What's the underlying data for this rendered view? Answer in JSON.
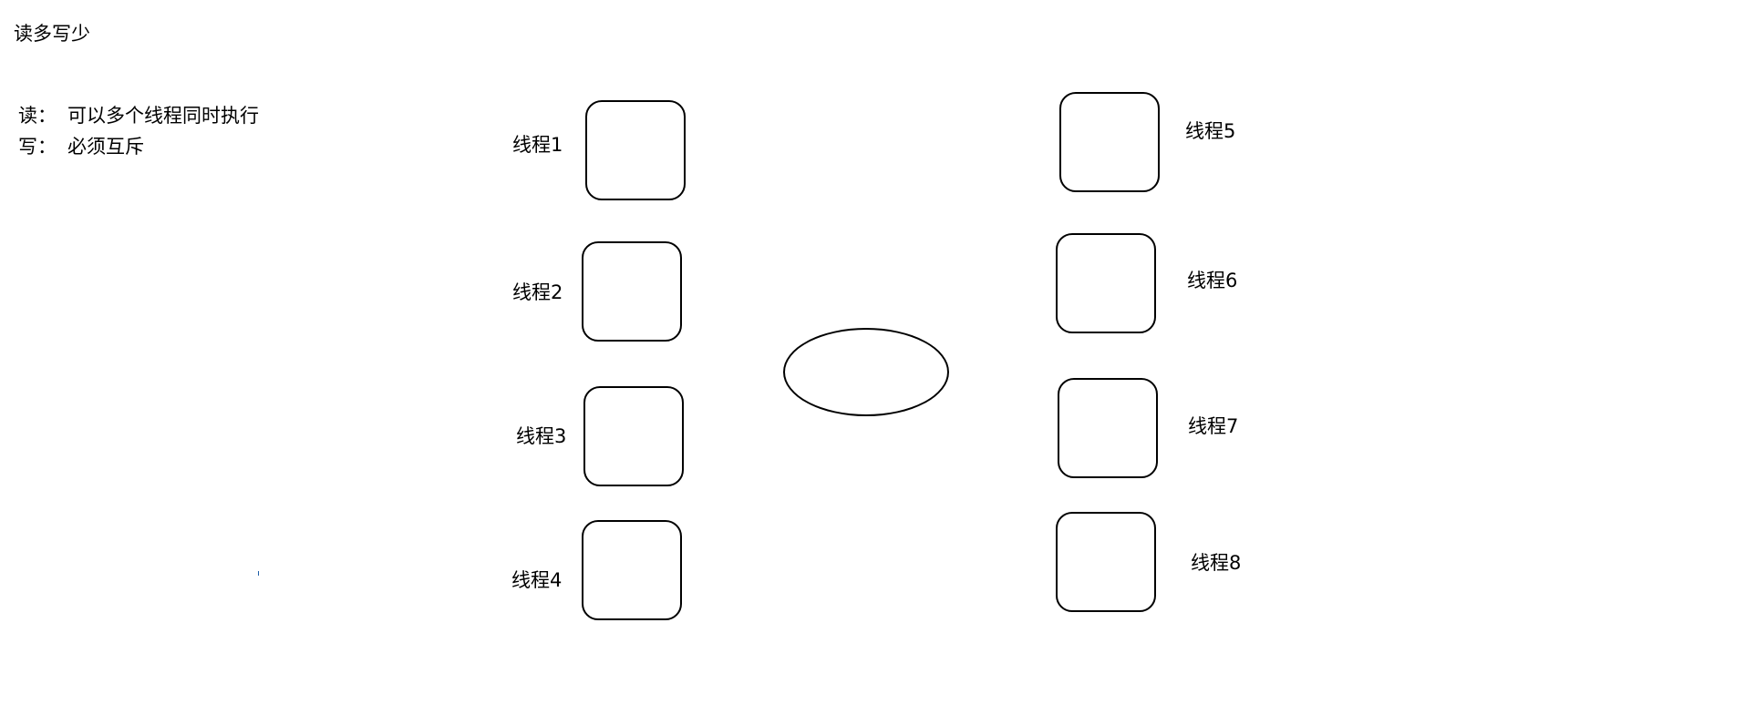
{
  "title": "读多写少",
  "notes": {
    "read": {
      "prefix": "读：",
      "text": "可以多个线程同时执行"
    },
    "write": {
      "prefix": "写：",
      "text": "必须互斥"
    }
  },
  "threads": {
    "t1": "线程1",
    "t2": "线程2",
    "t3": "线程3",
    "t4": "线程4",
    "t5": "线程5",
    "t6": "线程6",
    "t7": "线程7",
    "t8": "线程8"
  },
  "colors": {
    "stroke": "#000000",
    "background": "#ffffff"
  }
}
